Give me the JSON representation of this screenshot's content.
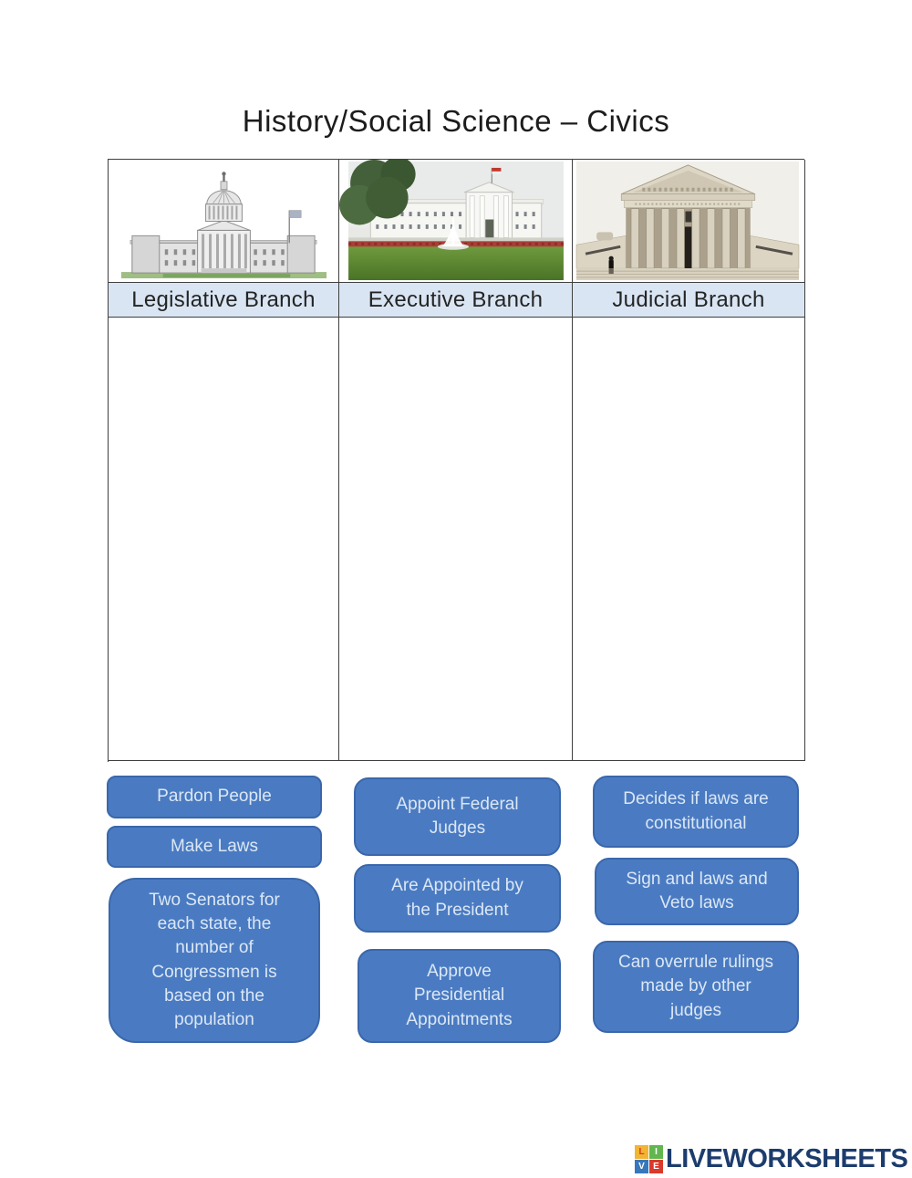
{
  "page": {
    "title": "History/Social Science – Civics"
  },
  "table": {
    "columns": [
      {
        "header": "Legislative Branch",
        "image": "us-capitol-building"
      },
      {
        "header": "Executive Branch",
        "image": "white-house"
      },
      {
        "header": "Judicial Branch",
        "image": "supreme-court-building"
      }
    ]
  },
  "cards": {
    "left": [
      "Pardon People",
      "Make Laws",
      "Two Senators for each state, the number of Congressmen is based on the population"
    ],
    "middle": [
      "Appoint Federal Judges",
      "Are Appointed by the President",
      "Approve Presidential Appointments"
    ],
    "right": [
      "Decides if laws are constitutional",
      "Sign and laws and Veto laws",
      "Can overrule rulings made by other judges"
    ]
  },
  "footer": {
    "brand": "LIVEWORKSHEETS",
    "logo_letters": [
      "L",
      "I",
      "V",
      "E"
    ]
  },
  "colors": {
    "card_fill": "#4a7bc2",
    "card_border": "#3a67ab",
    "card_text": "#dbe7f5",
    "header_bg": "#d9e5f3",
    "brand_navy": "#1c3c6d",
    "logo_yellow": "#f2b532",
    "logo_green": "#62b64f",
    "logo_blue": "#3777bc",
    "logo_red": "#d93a2b"
  }
}
